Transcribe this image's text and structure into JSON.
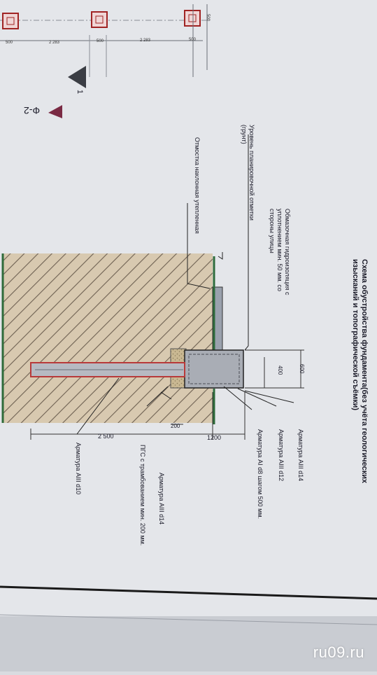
{
  "title": {
    "line1": "Схема обустройства фундамента(без учёта геологических",
    "line2": "изысканий и топографической съёмки)"
  },
  "labels": {
    "waterproofing": [
      "Обмазочная гидроизоляция с",
      "уплотнением мин. 50 мм. со",
      "стороны улицы"
    ],
    "grade_level": [
      "Уровень планировочной отметки",
      "(грунт)"
    ],
    "insulation": "Отмостка наклонная утепленная",
    "rebar_a3_d14_top": "Арматура АIII d14",
    "rebar_a3_d12": "Арматура АIII d12",
    "rebar_a1_d8": "Арматура АI d8 шагом 500 мм.",
    "rebar_a3_d14_bottom": "Арматура АIII d14",
    "pgs": "ПГС с трамбованием мин. 200 мм.",
    "rebar_a3_d10": "Арматура АIII d10"
  },
  "dimensions": {
    "d600": "600",
    "d400": "400",
    "d200": "200",
    "d2500": "2 500",
    "d1200": "1200",
    "top_500a": "500",
    "top_2283a": "2 283",
    "top_500b": "500",
    "top_2283b": "2 283",
    "top_500c": "500",
    "top_500d": "500"
  },
  "markers": {
    "section_label": "Ф-2",
    "section_number": "1"
  },
  "watermark": "ru09.ru",
  "colors": {
    "soil_fill": "#d8c9b0",
    "soil_hatch": "#6e6152",
    "concrete": "#a9adb5",
    "green_line": "#2e6b3a",
    "rebar_red": "#b83a3a",
    "marker_red": "#9b2f4a"
  }
}
